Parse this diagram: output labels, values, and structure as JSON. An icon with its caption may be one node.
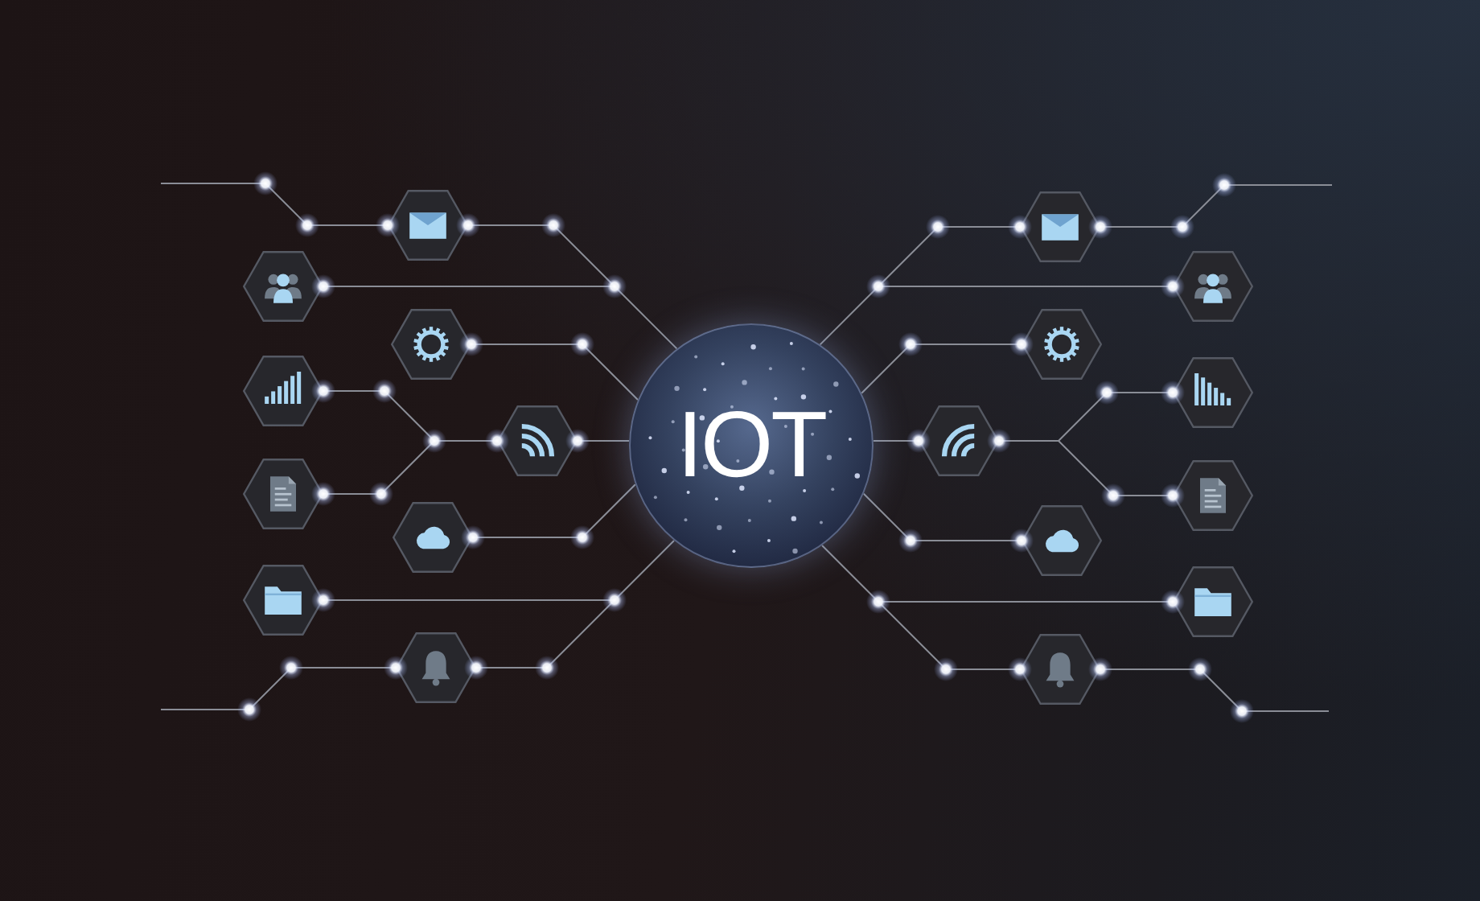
{
  "diagram": {
    "nodes": [
      {
        "text": [
          "IOT"
        ]
      },
      {
        "text": [],
        "shape": "hexagon"
      },
      {
        "text": [],
        "shape": "hexagon"
      },
      {
        "text": [],
        "shape": "hexagon"
      },
      {
        "text": [],
        "shape": "hexagon"
      },
      {
        "text": [],
        "shape": "hexagon"
      },
      {
        "text": [],
        "shape": "hexagon"
      },
      {
        "text": [],
        "shape": "hexagon"
      },
      {
        "text": [],
        "shape": "hexagon"
      },
      {
        "text": [],
        "shape": "hexagon"
      },
      {
        "text": [],
        "shape": "hexagon"
      },
      {
        "text": [],
        "shape": "hexagon"
      },
      {
        "text": [],
        "shape": "hexagon"
      },
      {
        "text": [],
        "shape": "hexagon"
      },
      {
        "text": [],
        "shape": "hexagon"
      },
      {
        "text": [],
        "shape": "hexagon"
      },
      {
        "text": [],
        "shape": "hexagon"
      },
      {
        "text": [],
        "shape": "hexagon"
      },
      {
        "text": [],
        "shape": "hexagon"
      }
    ],
    "edges": [
      {
        "from": null,
        "to": 1,
        "arrow": "none"
      },
      {
        "from": 1,
        "to": 0,
        "arrow": "none"
      },
      {
        "from": 2,
        "to": 0,
        "arrow": "none"
      },
      {
        "from": 3,
        "to": 0,
        "arrow": "none"
      },
      {
        "from": 4,
        "to": 5,
        "arrow": "none"
      },
      {
        "from": 6,
        "to": 5,
        "arrow": "none"
      },
      {
        "from": 5,
        "to": 0,
        "arrow": "none"
      },
      {
        "from": 7,
        "to": 0,
        "arrow": "none"
      },
      {
        "from": 8,
        "to": 0,
        "arrow": "none"
      },
      {
        "from": 9,
        "to": 0,
        "arrow": "none"
      },
      {
        "from": null,
        "to": 9,
        "arrow": "none"
      },
      {
        "from": 10,
        "to": 0,
        "arrow": "none"
      },
      {
        "from": 10,
        "to": null,
        "arrow": "none"
      },
      {
        "from": 11,
        "to": 0,
        "arrow": "none"
      },
      {
        "from": 12,
        "to": 0,
        "arrow": "none"
      },
      {
        "from": 13,
        "to": 14,
        "arrow": "none"
      },
      {
        "from": 15,
        "to": 14,
        "arrow": "none"
      },
      {
        "from": 14,
        "to": 0,
        "arrow": "none"
      },
      {
        "from": 16,
        "to": 0,
        "arrow": "none"
      },
      {
        "from": 17,
        "to": 0,
        "arrow": "none"
      },
      {
        "from": 18,
        "to": 0,
        "arrow": "none"
      },
      {
        "from": 18,
        "to": null,
        "arrow": "none"
      }
    ]
  }
}
